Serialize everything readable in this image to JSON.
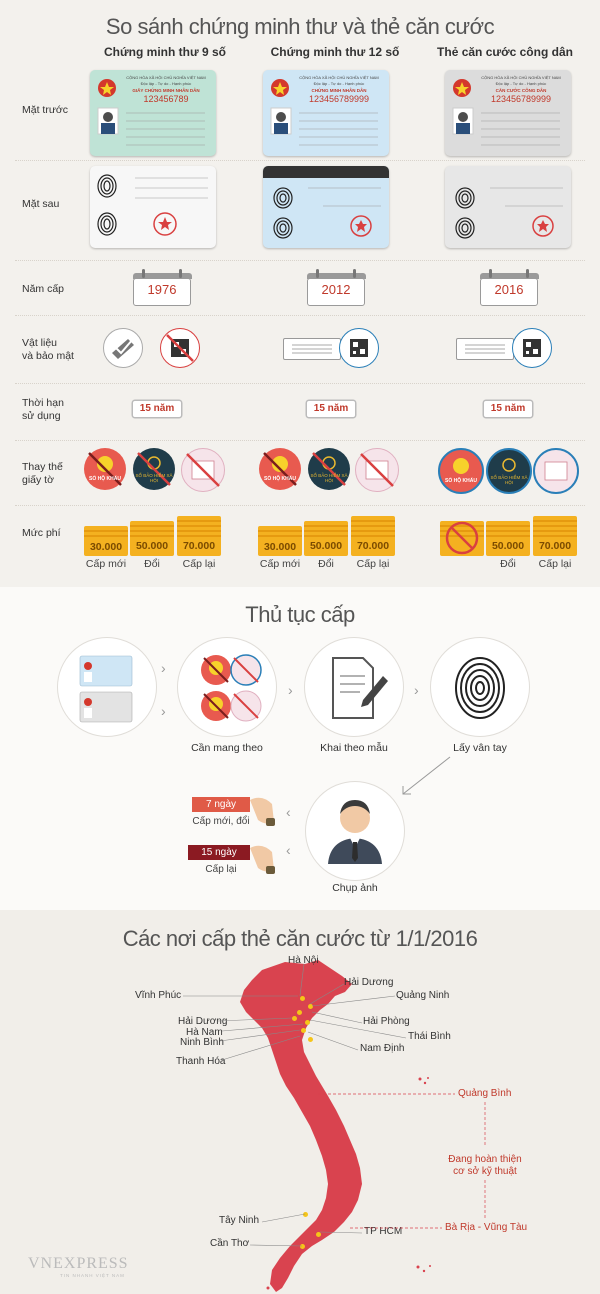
{
  "section1": {
    "title": "So sánh chứng minh thư và thẻ căn cước",
    "columns": [
      "Chứng minh thư 9 số",
      "Chứng minh thư 12 số",
      "Thẻ căn cước công dân"
    ],
    "row_labels": {
      "front": "Mặt trước",
      "back": "Mặt sau",
      "year": "Năm cấp",
      "material_1": "Vật liệu",
      "material_2": "và bảo mật",
      "validity_1": "Thời hạn",
      "validity_2": "sử dụng",
      "replace_1": "Thay thế",
      "replace_2": "giấy tờ",
      "fee": "Mức phí"
    },
    "cards": [
      {
        "header": "CỘNG HÒA XÃ HỘI CHỦ NGHĨA VIỆT NAM",
        "sub": "Độc lập - Tự do - Hạnh phúc",
        "name": "GIẤY CHỨNG MINH NHÂN DÂN",
        "number": "123456789",
        "color": "#bfe3d6"
      },
      {
        "header": "CỘNG HÒA XÃ HỘI CHỦ NGHĨA VIỆT NAM",
        "sub": "Độc lập - Tự do - Hạnh phúc",
        "name": "CHỨNG MINH NHÂN DÂN",
        "number": "123456789999",
        "color": "#cfe6f5"
      },
      {
        "header": "CỘNG HÒA XÃ HỘI CHỦ NGHĨA VIỆT NAM",
        "sub": "Độc lập - Tự do - Hạnh phúc",
        "name": "CĂN CƯỚC CÔNG DÂN",
        "number": "123456789999",
        "color": "#dcdcdc"
      }
    ],
    "years": [
      "1976",
      "2012",
      "2016"
    ],
    "validity": [
      "15 năm",
      "15 năm",
      "15 năm"
    ],
    "stamp_label": "SỔ HỘ KHẨU",
    "insurance_label": "SỔ BẢO HIỂM XÃ HỘI",
    "fees": [
      [
        {
          "value": "30.000",
          "label": "Cấp mới"
        },
        {
          "value": "50.000",
          "label": "Đổi"
        },
        {
          "value": "70.000",
          "label": "Cấp lại"
        }
      ],
      [
        {
          "value": "30.000",
          "label": "Cấp mới"
        },
        {
          "value": "50.000",
          "label": "Đổi"
        },
        {
          "value": "70.000",
          "label": "Cấp lại"
        }
      ],
      [
        {
          "value": "",
          "label": ""
        },
        {
          "value": "50.000",
          "label": "Đổi"
        },
        {
          "value": "70.000",
          "label": "Cấp lại"
        }
      ]
    ]
  },
  "section2": {
    "title": "Thủ tục cấp",
    "steps": [
      "Cần mang theo",
      "Khai theo mẫu",
      "Lấy vân tay",
      "Chụp ảnh"
    ],
    "durations": [
      {
        "badge": "7 ngày",
        "label": "Cấp mới, đổi",
        "color": "#e05a47"
      },
      {
        "badge": "15 ngày",
        "label": "Cấp lại",
        "color": "#8b1a22"
      }
    ]
  },
  "section3": {
    "title": "Các nơi cấp thẻ căn cước từ 1/1/2016",
    "cities_left": [
      "Vĩnh Phúc",
      "Hải Dương",
      "Hà Nam",
      "Ninh Bình",
      "Thanh Hóa",
      "Tây Ninh",
      "Cần Thơ"
    ],
    "cities_right": [
      "Hà Nội",
      "Hải Dương",
      "Quảng Ninh",
      "Hải Phòng",
      "Thái Bình",
      "Nam Định",
      "TP HCM"
    ],
    "pending": [
      "Quảng Bình",
      "Bà Rịa - Vũng Tàu"
    ],
    "pending_note_1": "Đang hoàn thiện",
    "pending_note_2": "cơ sở kỹ thuật",
    "map_color": "#d9434f",
    "logo_main": "VNEXPRESS",
    "logo_sub": "TIN NHANH VIỆT NAM"
  }
}
